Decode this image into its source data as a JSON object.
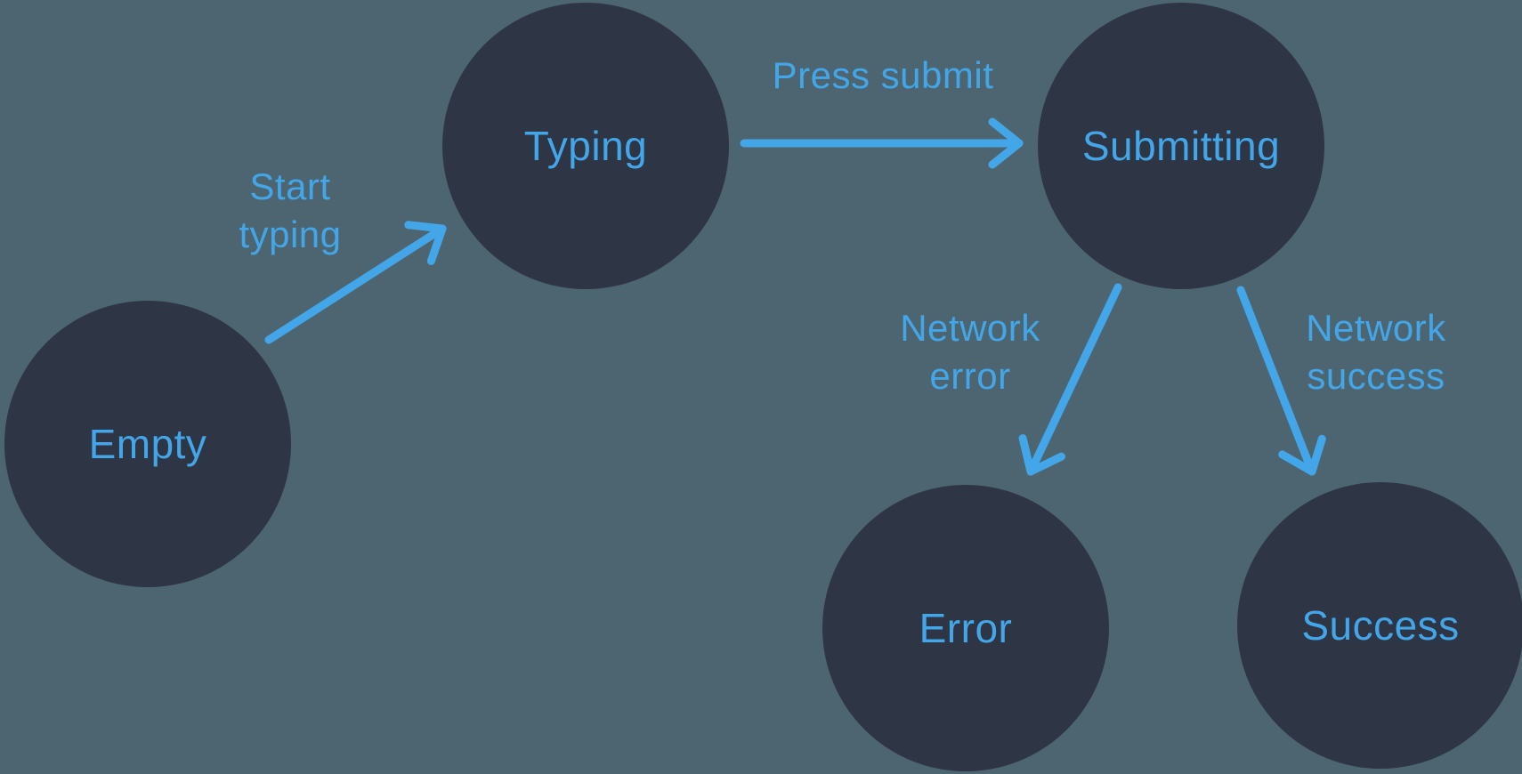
{
  "diagram": {
    "nodes": [
      {
        "id": "empty",
        "label": "Empty"
      },
      {
        "id": "typing",
        "label": "Typing"
      },
      {
        "id": "submitting",
        "label": "Submitting"
      },
      {
        "id": "error",
        "label": "Error"
      },
      {
        "id": "success",
        "label": "Success"
      }
    ],
    "edges": [
      {
        "from": "empty",
        "to": "typing",
        "label": "Start typing"
      },
      {
        "from": "typing",
        "to": "submitting",
        "label": "Press submit"
      },
      {
        "from": "submitting",
        "to": "error",
        "label": "Network error"
      },
      {
        "from": "submitting",
        "to": "success",
        "label": "Network success"
      }
    ]
  },
  "colors": {
    "background": "#4d6570",
    "node_fill": "#2e3544",
    "accent": "#42a6e8"
  }
}
